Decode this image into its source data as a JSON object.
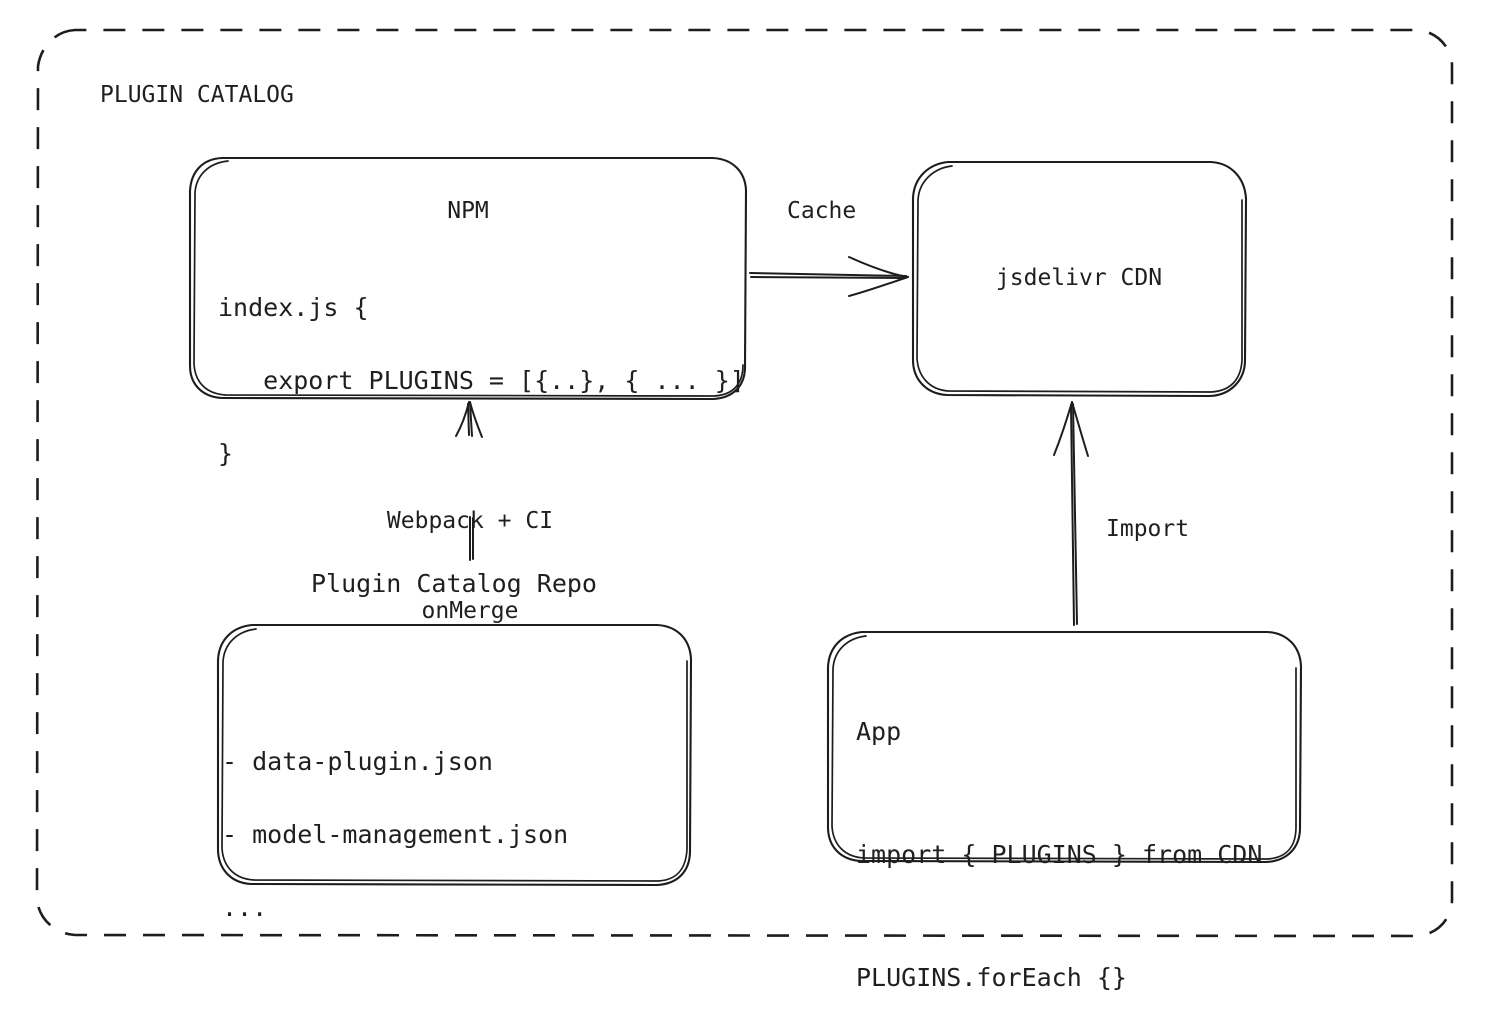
{
  "diagram": {
    "container": {
      "label": "PLUGIN CATALOG",
      "border_style": "dashed",
      "border_color": "#1d1d1d"
    },
    "nodes": {
      "npm": {
        "title": "NPM",
        "code": [
          "index.js {",
          "   export PLUGINS = [{..}, { ... }]",
          "}"
        ]
      },
      "cdn": {
        "title": "jsdelivr CDN"
      },
      "repo": {
        "heading": "Plugin Catalog Repo",
        "code": [
          "- data-plugin.json",
          "- model-management.json",
          "..."
        ]
      },
      "app": {
        "code": [
          "App",
          "",
          "import { PLUGINS } from CDN",
          "",
          "PLUGINS.forEach {}"
        ]
      }
    },
    "edges": {
      "npm_to_cdn": {
        "label": "Cache",
        "from": "npm",
        "to": "cdn"
      },
      "repo_to_npm": {
        "label": "Webpack + CI\nonMerge",
        "label_line1": "Webpack + CI",
        "label_line2": "onMerge",
        "from": "repo",
        "to": "npm"
      },
      "app_to_cdn": {
        "label": "Import",
        "from": "app",
        "to": "cdn"
      }
    }
  }
}
